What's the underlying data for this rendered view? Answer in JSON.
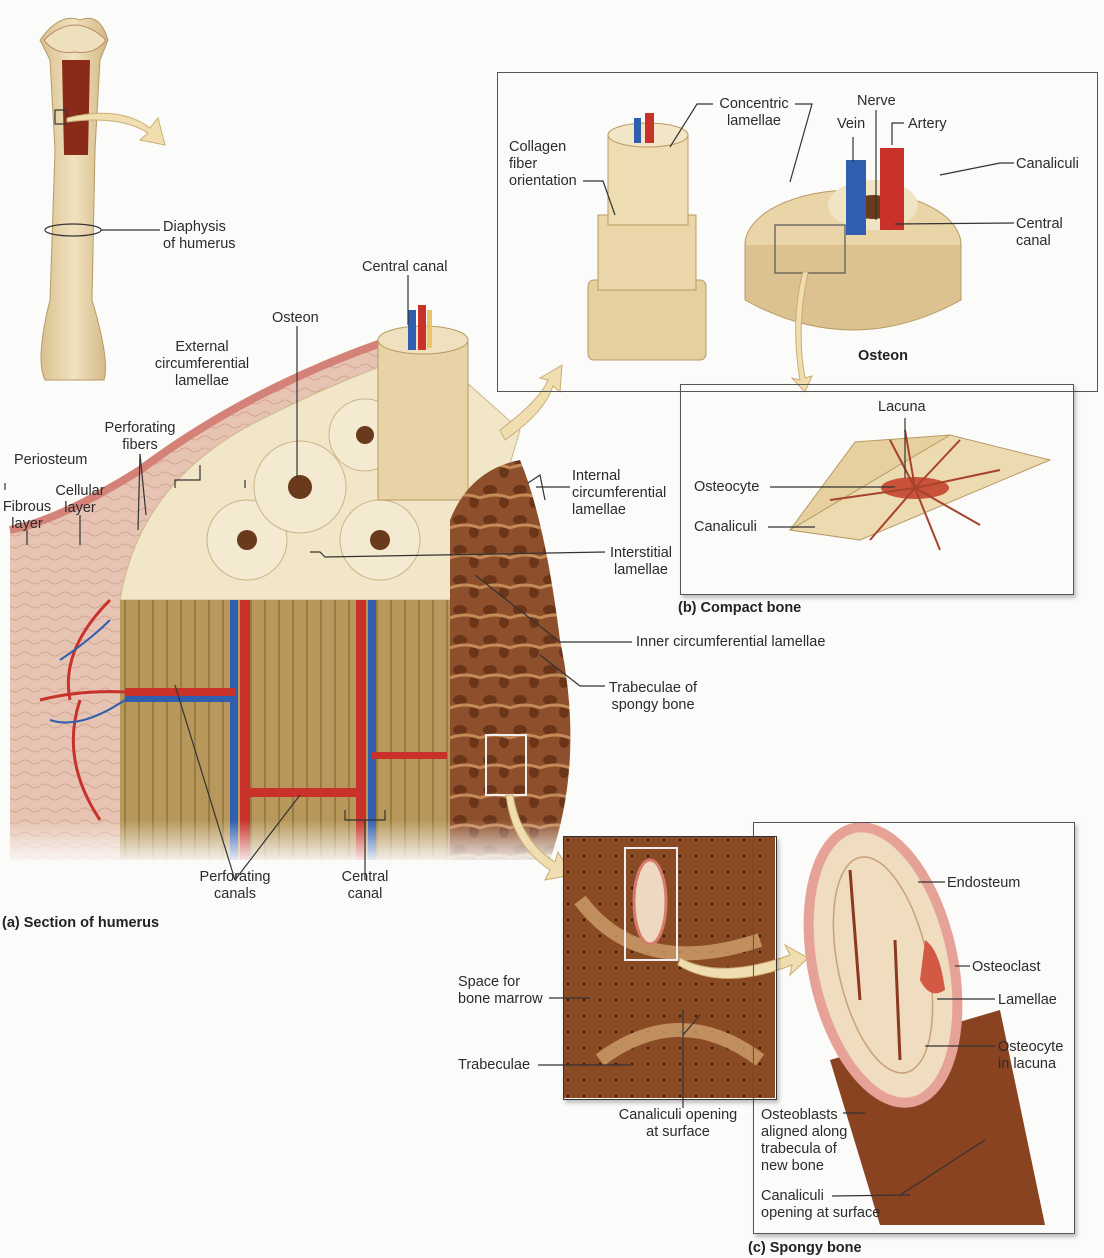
{
  "figure": {
    "section_a": {
      "caption": "(a) Section of humerus",
      "labels": {
        "diaphysis": [
          "Diaphysis",
          "of humerus"
        ],
        "central_canal_top": "Central canal",
        "osteon": "Osteon",
        "external_circ": [
          "External",
          "circumferential",
          "lamellae"
        ],
        "perforating_fibers": [
          "Perforating",
          "fibers"
        ],
        "periosteum": "Periosteum",
        "fibrous_layer": [
          "Fibrous",
          "layer"
        ],
        "cellular_layer": [
          "Cellular",
          "layer"
        ],
        "internal_circ": [
          "Internal",
          "circumferential",
          "lamellae"
        ],
        "interstitial": [
          "Interstitial",
          "lamellae"
        ],
        "inner_circ": "Inner circumferential lamellae",
        "trabeculae_spongy": [
          "Trabeculae of",
          "spongy bone"
        ],
        "perforating_canals": [
          "Perforating",
          "canals"
        ],
        "central_canal_bottom": [
          "Central",
          "canal"
        ]
      }
    },
    "section_b": {
      "caption": "(b) Compact bone",
      "osteon_title": "Osteon",
      "labels": {
        "collagen": [
          "Collagen",
          "fiber",
          "orientation"
        ],
        "concentric": [
          "Concentric",
          "lamellae"
        ],
        "vein": "Vein",
        "nerve": "Nerve",
        "artery": "Artery",
        "canaliculi": "Canaliculi",
        "central_canal": [
          "Central",
          "canal"
        ],
        "lacuna": "Lacuna",
        "osteocyte": "Osteocyte",
        "canaliculi_detail": "Canaliculi"
      }
    },
    "section_c": {
      "caption": "(c) Spongy bone",
      "labels": {
        "space_marrow": [
          "Space for",
          "bone marrow"
        ],
        "trabeculae": "Trabeculae",
        "canaliculi_opening_left": [
          "Canaliculi opening",
          "at surface"
        ],
        "endosteum": "Endosteum",
        "osteoclast": "Osteoclast",
        "lamellae": "Lamellae",
        "osteocyte_lacuna": [
          "Osteocyte",
          "in lacuna"
        ],
        "osteoblasts": [
          "Osteoblasts",
          "aligned along",
          "trabecula of",
          "new bone"
        ],
        "canaliculi_opening_right": [
          "Canaliculi",
          "opening at surface"
        ]
      }
    },
    "colors": {
      "bone": "#e9d6ad",
      "bone_dark": "#b89a62",
      "artery": "#c8322b",
      "vein": "#2f5fae",
      "spongy": "#9a5a35",
      "periosteum": "#e0a39a",
      "arrow": "#f1deb0"
    }
  }
}
